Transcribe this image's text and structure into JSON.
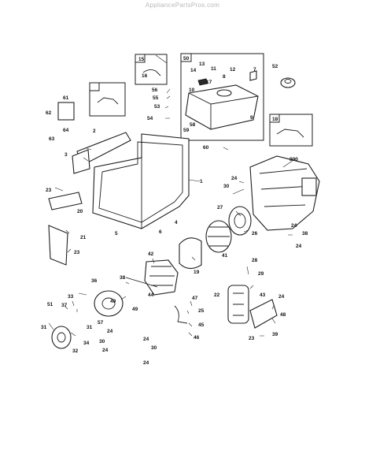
{
  "watermark": "AppliancePartsPros.com",
  "callouts": [
    "15",
    "16",
    "50",
    "13",
    "11",
    "12",
    "14",
    "7",
    "8",
    "17",
    "10",
    "9",
    "52",
    "56",
    "55",
    "53",
    "54",
    "58",
    "59",
    "18",
    "61",
    "62",
    "64",
    "63",
    "2",
    "3",
    "60",
    "900",
    "1",
    "23",
    "20",
    "30",
    "24",
    "27",
    "26",
    "5",
    "6",
    "4",
    "24",
    "38",
    "24",
    "21",
    "23",
    "42",
    "41",
    "19",
    "28",
    "29",
    "36",
    "38",
    "44",
    "22",
    "43",
    "24",
    "48",
    "33",
    "37",
    "49",
    "40",
    "47",
    "25",
    "45",
    "46",
    "31",
    "57",
    "51",
    "39",
    "23",
    "24",
    "30",
    "24",
    "24",
    "30",
    "24",
    "34",
    "31",
    "32"
  ]
}
